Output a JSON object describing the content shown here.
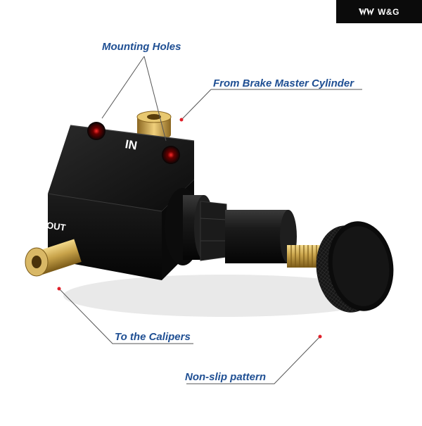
{
  "brand": {
    "name": "W&G",
    "logo_icon": "wings-logo-icon",
    "background": "#0b0b0b"
  },
  "callouts": {
    "mounting_holes": "Mounting Holes",
    "from_master": "From Brake Master Cylinder",
    "to_calipers": "To the Calipers",
    "non_slip": "Non-slip pattern"
  },
  "product": {
    "port_in_label": "IN",
    "port_out_label": "OUT"
  },
  "colors": {
    "label_text": "#1f4f93",
    "leader_line": "#555555",
    "marker_dot": "#e0202a",
    "brass": "#c8a34a",
    "anodized_black": "#141414"
  }
}
